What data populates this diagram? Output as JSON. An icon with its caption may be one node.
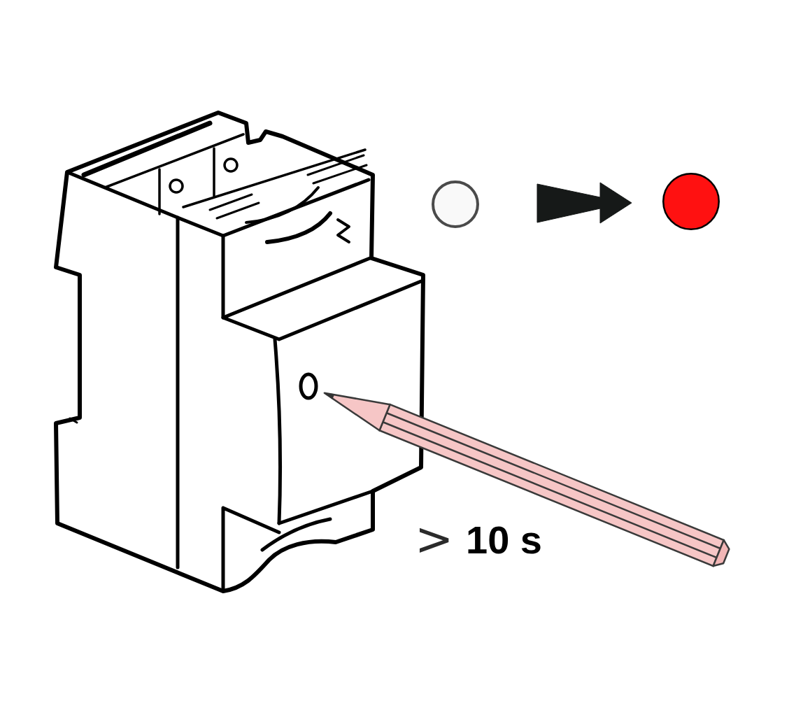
{
  "diagram": {
    "nodes": [
      {
        "text": [],
        "shape": "circle"
      },
      {
        "text": [],
        "shape": "circle"
      }
    ],
    "edges": [
      {
        "from": 0,
        "to": 1,
        "arrow": "to"
      }
    ],
    "labels": [
      ">",
      "10 s"
    ]
  }
}
